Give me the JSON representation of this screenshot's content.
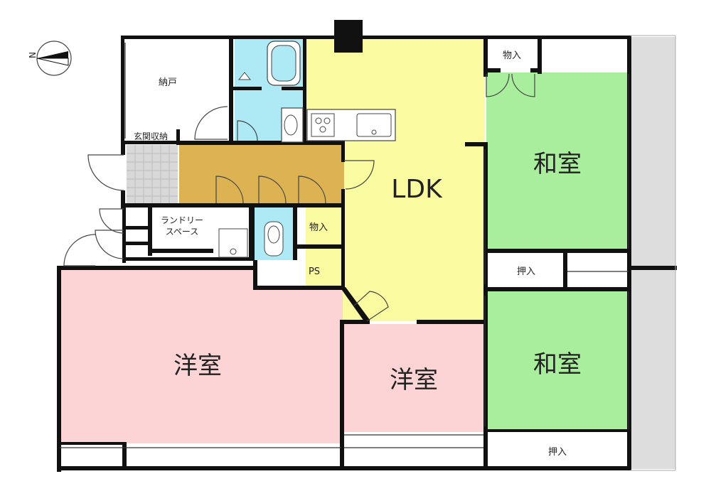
{
  "compass": {
    "north_label": "N",
    "icon": "compass-icon"
  },
  "rooms": {
    "storage_nando": "納戸",
    "entrance_storage": "玄関収納",
    "laundry_line1": "ランドリー",
    "laundry_line2": "スペース",
    "closet_center": "物入",
    "ps": "PS",
    "ldk": "LDK",
    "closet_top": "物入",
    "washitsu_upper": "和室",
    "oshiire_middle": "押入",
    "washitsu_lower": "和室",
    "oshiire_bottom": "押入",
    "western_large": "洋室",
    "western_small": "洋室"
  },
  "colors": {
    "ldk": "#fafaa0",
    "washitsu": "#a8ee9c",
    "western": "#fcd4d6",
    "wet_area": "#aeeaf6",
    "hallway": "#dcb253",
    "entrance_tile": "#d8d8d8",
    "balcony": "#dddddd"
  }
}
